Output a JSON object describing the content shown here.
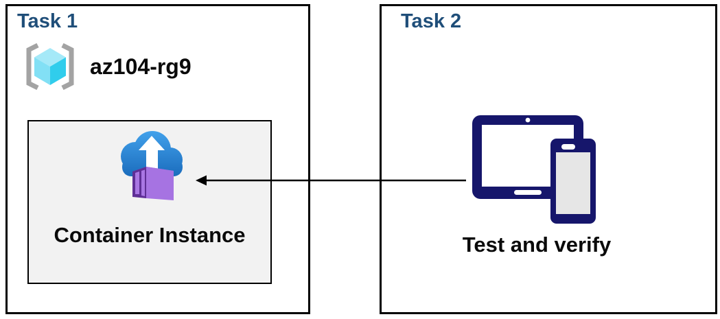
{
  "task1": {
    "title": "Task 1",
    "resource_group": {
      "name": "az104-rg9"
    },
    "container": {
      "label": "Container Instance"
    }
  },
  "task2": {
    "title": "Task 2",
    "devices": {
      "label": "Test and verify"
    }
  },
  "icons": {
    "resource_group": "resource-group-icon",
    "container_instance": "container-instance-icon",
    "devices": "tablet-phone-icon",
    "connector": "left-arrow-connector"
  },
  "colors": {
    "task_title_blue": "#1f4e79",
    "box_border": "#000000",
    "inner_box_background": "#f2f2f2",
    "text_black": "#0a0a0a",
    "device_navy": "#16166b",
    "phone_screen_gray": "#e6e6e6",
    "cloud_blue_top": "#41a0ea",
    "cloud_blue_bottom": "#1767b8",
    "container_purple_frame": "#5f2f96",
    "container_purple_panel": "#a977e3",
    "container_purple_side": "#a673e2",
    "container_purple_top": "#9760d4",
    "cube_cyan_top": "#a5e9f8",
    "cube_cyan_left": "#82e0f5",
    "cube_cyan_right": "#30cdec",
    "bracket_gray": "#a3a3a3"
  }
}
